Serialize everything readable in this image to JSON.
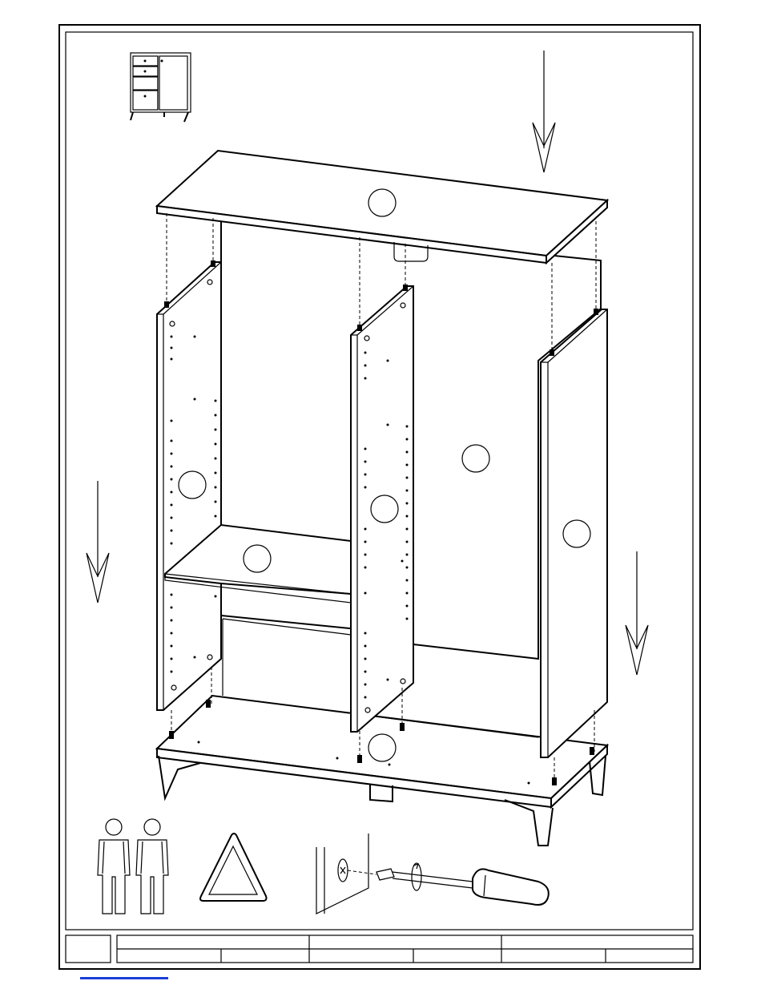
{
  "part_markers": [
    {
      "id": "top-panel",
      "label": ""
    },
    {
      "id": "left-side-panel",
      "label": ""
    },
    {
      "id": "center-divider",
      "label": ""
    },
    {
      "id": "back-panel",
      "label": ""
    },
    {
      "id": "right-side-panel",
      "label": ""
    },
    {
      "id": "fixed-shelf",
      "label": ""
    },
    {
      "id": "bottom-panel",
      "label": ""
    }
  ],
  "title_block": {
    "cells": [
      "",
      "",
      "",
      "",
      "",
      "",
      "",
      "",
      "",
      ""
    ]
  },
  "icons": [
    "two-person-assembly-icon",
    "warning-triangle-icon",
    "screwdriver-screw-icon",
    "cabinet-thumbnail-icon",
    "assembly-direction-arrow-icon"
  ],
  "colors": {
    "ink": "#000000",
    "paper": "#ffffff",
    "link": "#1a3fd6"
  }
}
